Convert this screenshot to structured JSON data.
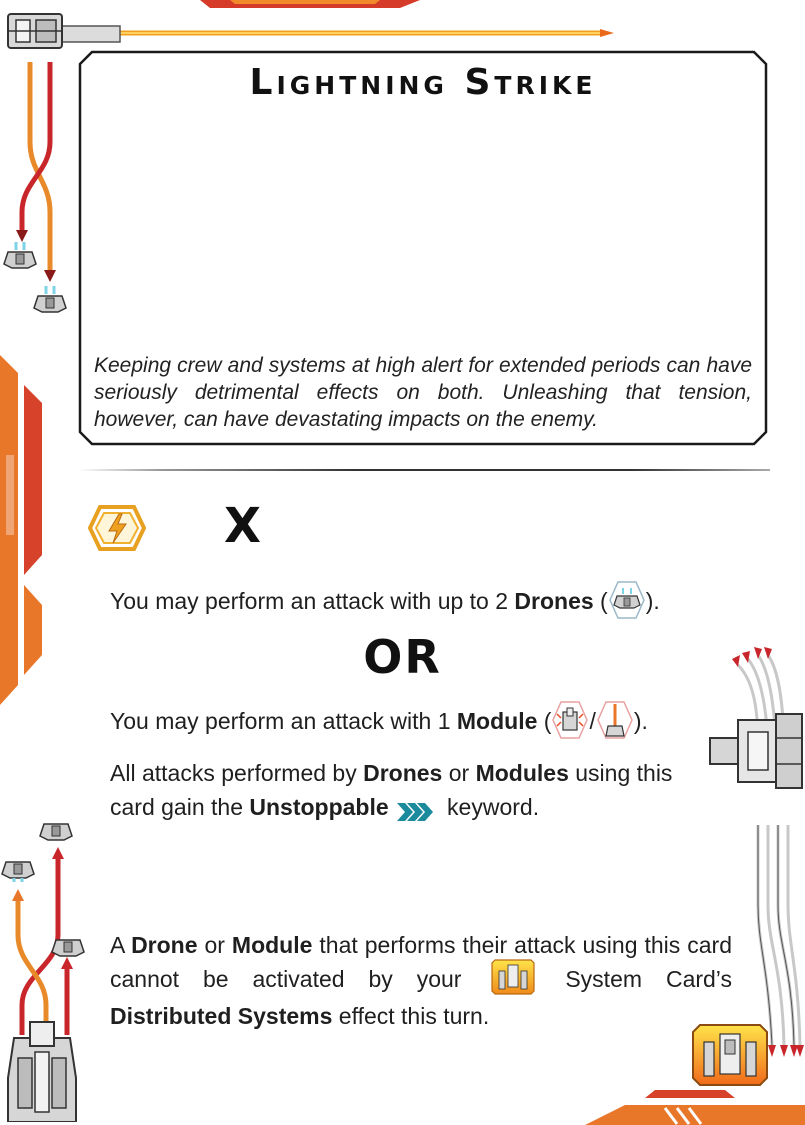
{
  "card": {
    "title": "Lightning Strike",
    "flavor": "Keeping crew and systems at high alert for extended periods can have seriously detrimental effects on both. Unleashing that tension, however, can have devastating impacts on the enemy.",
    "cost_icon": "lightning-hex-icon",
    "cost_value": "X"
  },
  "rules": {
    "line1_a": "You may perform an attack with up to 2 ",
    "line1_b": "Drones",
    "line1_c": " (",
    "line1_d": ").",
    "or": "OR",
    "line2_a": "You may perform an attack with 1 ",
    "line2_b": "Module",
    "line2_c": " (",
    "line2_sep": "/",
    "line2_d": ").",
    "line3_a": "All attacks performed by ",
    "line3_b": "Drones",
    "line3_c": " or ",
    "line3_d": "Modules",
    "line3_e": " using this card gain the ",
    "line3_f": "Unstoppable",
    "line3_g": " keyword.",
    "line4_a": "A ",
    "line4_b": "Drone",
    "line4_c": " or ",
    "line4_d": "Module",
    "line4_e": " that performs their attack using this card cannot be activated by your ",
    "line4_f": " System Card’s ",
    "line4_g": "Distributed Systems",
    "line4_h": " effect this turn."
  },
  "colors": {
    "orange": "#e8772a",
    "red": "#c8262a",
    "teal": "#1a8a9c",
    "yellow": "#f5d020",
    "border": "#1a1a1a"
  }
}
